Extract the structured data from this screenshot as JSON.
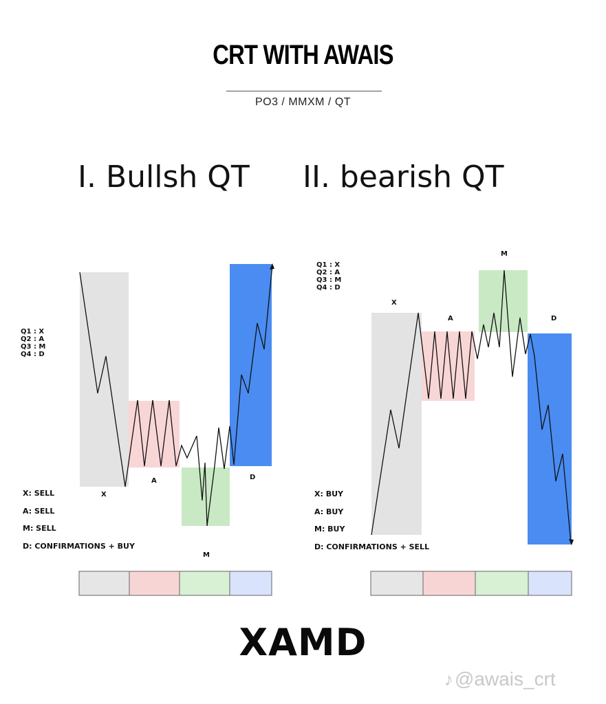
{
  "header": {
    "title": "CRT WITH AWAIS",
    "subtitle": "PO3 / MMXM / QT"
  },
  "headings": {
    "bullish": "I. Bullsh QT",
    "bearish": "II. bearish QT"
  },
  "quarters_legend": [
    "Q1 : X",
    "Q2 : A",
    "Q3 : M",
    "Q4 : D"
  ],
  "bullish": {
    "phase_labels": {
      "x": "X",
      "a": "A",
      "m": "M",
      "d": "D"
    },
    "notes": [
      "X: SELL",
      "A: SELL",
      "M: SELL",
      "D: CONFIRMATIONS + BUY"
    ]
  },
  "bearish": {
    "phase_labels": {
      "x": "X",
      "a": "A",
      "m": "M",
      "d": "D"
    },
    "notes": [
      "X: BUY",
      "A: BUY",
      "M: BUY",
      "D: CONFIRMATIONS + SELL"
    ]
  },
  "colors": {
    "x_phase": "#e3e3e3",
    "a_phase": "#f9d6d6",
    "m_phase": "#c9e9c4",
    "d_phase": "#3b82f0",
    "bar_x": "#e6e6e6",
    "bar_a": "#f8d5d5",
    "bar_m": "#d8f0d4",
    "bar_d": "#d9e3fb",
    "price_line": "#111111"
  },
  "footer": {
    "title": "XAMD"
  },
  "watermark": {
    "icon": "tiktok-note-icon",
    "text": "@awais_crt"
  }
}
